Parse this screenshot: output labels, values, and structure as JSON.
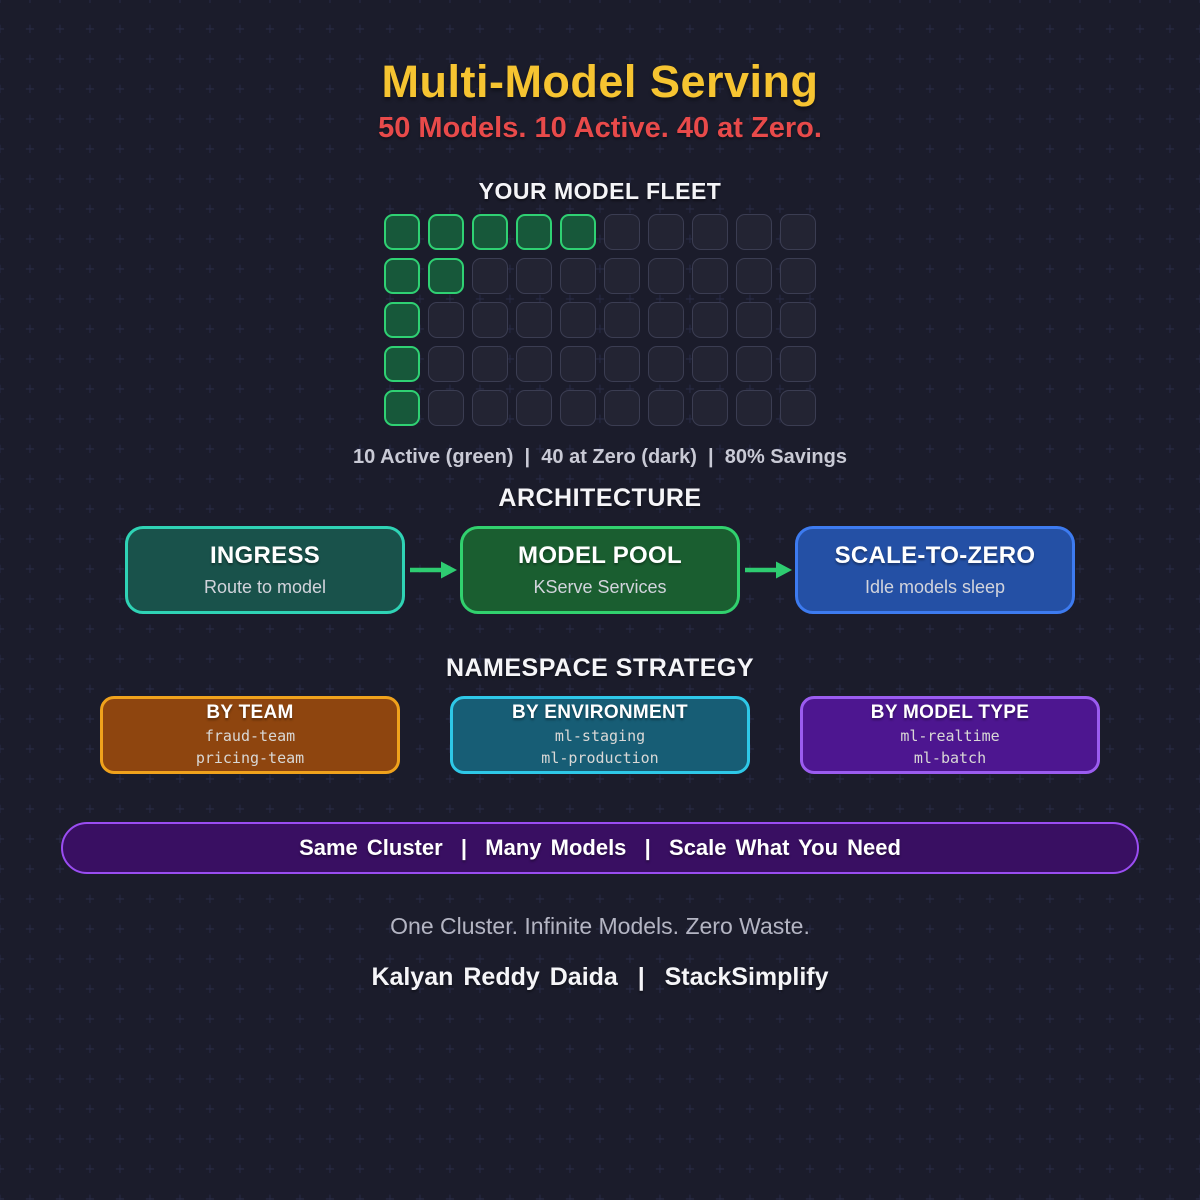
{
  "theme": {
    "background": "#1b1c2b",
    "pattern_plus": "#282b45",
    "title_gold": "#f6c431",
    "subtitle_red": "#e84a4a",
    "heading_white": "#f5f5f8",
    "muted_text": "#c9cad5",
    "arrow_green": "#2ecc71",
    "node_subtext": "#d2d4dc",
    "mono_text": "#d9d8d6",
    "banner_fill": "#390f62",
    "banner_border": "#9a4df2",
    "tagline_text": "#b4b5c3"
  },
  "header": {
    "title": "Multi-Model Serving",
    "subtitle": "50 Models. 10 Active. 40 at Zero."
  },
  "fleet": {
    "heading": "YOUR MODEL FLEET",
    "grid": {
      "rows": 5,
      "cols": 10,
      "active_per_row": [
        5,
        2,
        1,
        1,
        1
      ],
      "active_count": 10,
      "zero_count": 40,
      "total": 50,
      "colors": {
        "active_fill": "#17583a",
        "active_border": "#2fd173",
        "idle_fill": "#232433",
        "idle_border": "#3b3d52"
      }
    },
    "caption": "10 Active (green)  |  40 at Zero (dark)  |  80% Savings"
  },
  "architecture": {
    "heading": "ARCHITECTURE",
    "nodes": [
      {
        "title": "INGRESS",
        "subtitle": "Route to model",
        "fill": "#19524b",
        "border": "#2fd3b5"
      },
      {
        "title": "MODEL POOL",
        "subtitle": "KServe Services",
        "fill": "#1a5e30",
        "border": "#31d16e"
      },
      {
        "title": "SCALE-TO-ZERO",
        "subtitle": "Idle models sleep",
        "fill": "#2450a5",
        "border": "#3d7bf0"
      }
    ]
  },
  "namespace": {
    "heading": "NAMESPACE STRATEGY",
    "cards": [
      {
        "title": "BY TEAM",
        "lines": [
          "fraud-team",
          "pricing-team"
        ],
        "fill": "#8e450f",
        "border": "#f0a21c"
      },
      {
        "title": "BY ENVIRONMENT",
        "lines": [
          "ml-staging",
          "ml-production"
        ],
        "fill": "#175d75",
        "border": "#2ec8e8"
      },
      {
        "title": "BY MODEL TYPE",
        "lines": [
          "ml-realtime",
          "ml-batch"
        ],
        "fill": "#4d1690",
        "border": "#9b5cf0"
      }
    ]
  },
  "banner": {
    "text": "Same Cluster  |  Many Models  |  Scale What You Need"
  },
  "footer": {
    "tagline": "One Cluster. Infinite Models. Zero Waste.",
    "credit": "Kalyan Reddy Daida  |  StackSimplify"
  }
}
